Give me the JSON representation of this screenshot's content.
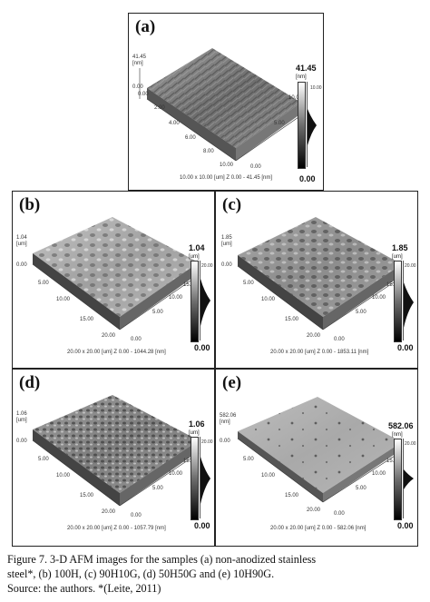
{
  "panels": {
    "a": {
      "label": "(a)",
      "y_top": "41.45",
      "y_unit": "[nm]",
      "y_zero": "0.00",
      "x_ticks": [
        "2.00",
        "4.00",
        "6.00",
        "8.00",
        "10.00"
      ],
      "x_axis_zero": "0.00",
      "right_ticks": [
        "10.00",
        "5.00",
        "0.00"
      ],
      "z_max": "41.45",
      "z_unit": "[nm]",
      "z_min": "0.00",
      "hist_tick": "10.00",
      "footer": "10.00 x 10.00 [um]   Z 0.00 - 41.45 [nm]"
    },
    "b": {
      "label": "(b)",
      "y_top": "1.04",
      "y_unit": "[um]",
      "y_zero": "0.00",
      "x_ticks": [
        "5.00",
        "10.00",
        "15.00",
        "20.00"
      ],
      "right_ticks": [
        "15.00",
        "10.00",
        "5.00",
        "0.00"
      ],
      "z_max": "1.04",
      "z_unit": "[um]",
      "z_min": "0.00",
      "hist_tick": "20.00",
      "footer": "20.00 x 20.00 [um]   Z 0.00 - 1044.28 [nm]"
    },
    "c": {
      "label": "(c)",
      "y_top": "1.85",
      "y_unit": "[um]",
      "y_zero": "0.00",
      "x_ticks": [
        "5.00",
        "10.00",
        "15.00",
        "20.00"
      ],
      "right_ticks": [
        "15.00",
        "10.00",
        "5.00",
        "0.00"
      ],
      "z_max": "1.85",
      "z_unit": "[um]",
      "z_min": "0.00",
      "hist_tick": "20.00",
      "footer": "20.00 x 20.00 [um]   Z 0.00 - 1853.11 [nm]"
    },
    "d": {
      "label": "(d)",
      "y_top": "1.06",
      "y_unit": "[um]",
      "y_zero": "0.00",
      "x_ticks": [
        "5.00",
        "10.00",
        "15.00",
        "20.00"
      ],
      "right_ticks": [
        "15.00",
        "10.00",
        "5.00",
        "0.00"
      ],
      "z_max": "1.06",
      "z_unit": "[um]",
      "z_min": "0.00",
      "hist_tick": "20.00",
      "footer": "20.00 x 20.00 [um]   Z 0.00 - 1057.79 [nm]"
    },
    "e": {
      "label": "(e)",
      "y_top": "582.06",
      "y_unit": "[nm]",
      "y_zero": "0.00",
      "x_ticks": [
        "5.00",
        "10.00",
        "15.00",
        "20.00"
      ],
      "right_ticks": [
        "15.00",
        "10.00",
        "5.00",
        "0.00"
      ],
      "z_max": "582.06",
      "z_unit": "[nm]",
      "z_min": "0.00",
      "hist_tick": "20.00",
      "footer": "20.00 x 20.00 [um]   Z 0.00 - 582.06 [nm]"
    }
  },
  "caption": {
    "line1": "Figure 7. 3-D AFM images for the samples (a) non-anodized stainless",
    "line2": "steel*, (b) 100H, (c) 90H10G, (d) 50H50G and (e) 10H90G.",
    "line3": "Source: the authors. *(Leite, 2011)"
  }
}
